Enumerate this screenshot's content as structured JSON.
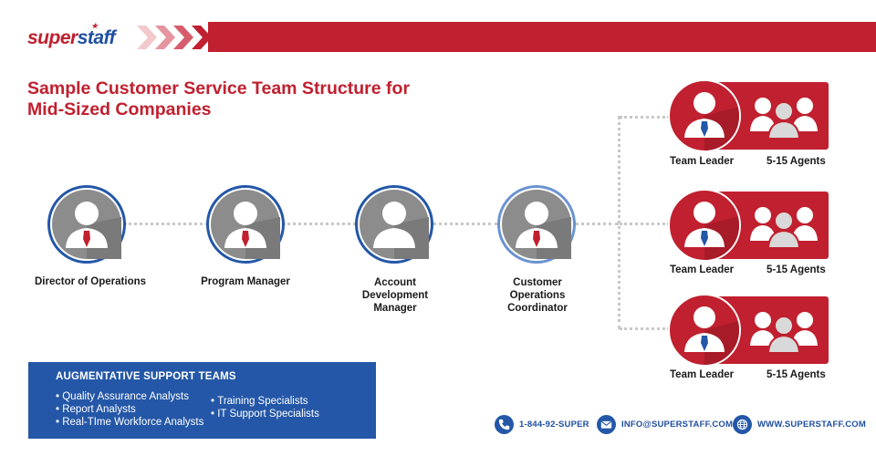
{
  "brand": {
    "logo_super": "super",
    "logo_staff": "staff",
    "red": "#c0202f",
    "blue": "#2457a7"
  },
  "title": {
    "line1": "Sample Customer Service Team Structure for",
    "line2": "Mid-Sized Companies"
  },
  "chain": [
    {
      "label": "Director of Operations",
      "icon": "person-icon",
      "tie": "red"
    },
    {
      "label": "Program Manager",
      "icon": "person-icon",
      "tie": "red"
    },
    {
      "label_lines": [
        "Account",
        "Development",
        "Manager"
      ],
      "icon": "person-icon",
      "tie": "none"
    },
    {
      "label_lines": [
        "Customer",
        "Operations",
        "Coordinator"
      ],
      "icon": "person-icon",
      "tie": "red"
    }
  ],
  "teams": [
    {
      "leader_label": "Team Leader",
      "agents_label": "5-15 Agents"
    },
    {
      "leader_label": "Team Leader",
      "agents_label": "5-15 Agents"
    },
    {
      "leader_label": "Team Leader",
      "agents_label": "5-15 Agents"
    }
  ],
  "support": {
    "title": "AUGMENTATIVE SUPPORT TEAMS",
    "col1": [
      "Quality Assurance Analysts",
      "Report Analysts",
      "Real-TIme Workforce Analysts"
    ],
    "col2": [
      "Training Specialists",
      "IT Support Specialists"
    ]
  },
  "contacts": {
    "phone": {
      "icon": "phone-icon",
      "text": "1-844-92-SUPER"
    },
    "email": {
      "icon": "email-icon",
      "text": "INFO@SUPERSTAFF.COM"
    },
    "web": {
      "icon": "globe-icon",
      "text": "WWW.SUPERSTAFF.COM"
    }
  }
}
